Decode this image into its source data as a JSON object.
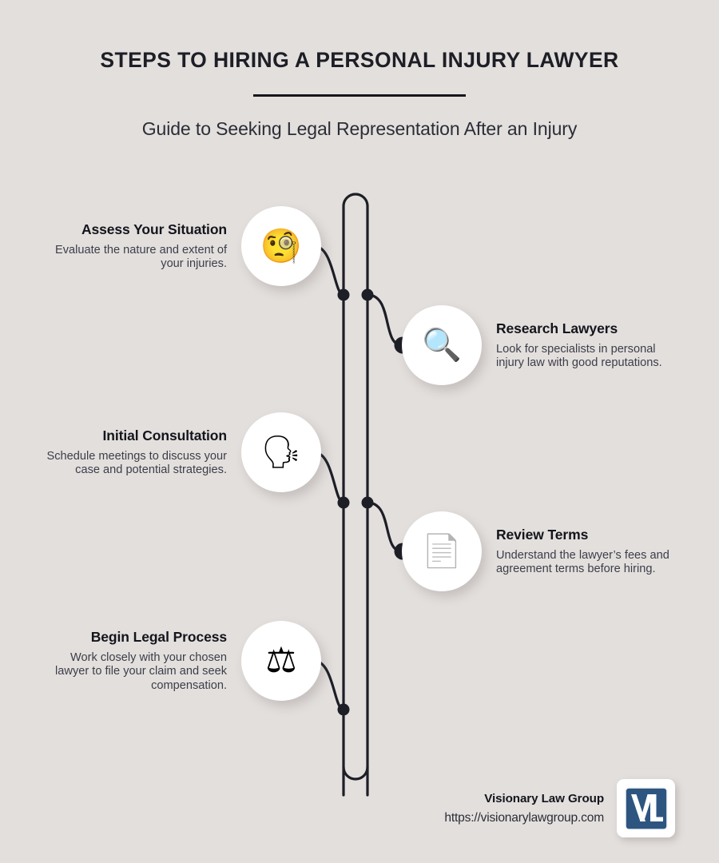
{
  "background_color": "#e3dfdd",
  "accent_color": "#14151c",
  "logo_blue": "#2d5580",
  "header": {
    "title": "STEPS TO HIRING A PERSONAL INJURY LAWYER",
    "subtitle": "Guide to Seeking Legal Representation After an Injury",
    "divider": true
  },
  "steps": [
    {
      "side": "left",
      "title": "Assess Your Situation",
      "description": "Evaluate the nature and extent of your injuries.",
      "icon": "monocle-face-icon",
      "glyph": "🧐"
    },
    {
      "side": "right",
      "title": "Research Lawyers",
      "description": "Look for specialists in personal injury law with good reputations.",
      "icon": "magnifying-glass-icon",
      "glyph": "🔍"
    },
    {
      "side": "left",
      "title": "Initial Consultation",
      "description": "Schedule meetings to discuss your case and potential strategies.",
      "icon": "speaking-head-icon",
      "glyph": "🗣"
    },
    {
      "side": "right",
      "title": "Review Terms",
      "description": "Understand the lawyer’s fees and agreement terms before hiring.",
      "icon": "page-document-icon",
      "glyph": "📄"
    },
    {
      "side": "left",
      "title": "Begin Legal Process",
      "description": "Work closely with your chosen lawyer to file your claim and seek compensation.",
      "icon": "balance-scale-icon",
      "glyph": "⚖"
    }
  ],
  "footer": {
    "brand_name": "Visionary Law Group",
    "brand_url": "https://visionarylawgroup.com",
    "logo_monogram": "VL",
    "logo_icon": "vl-monogram-logo"
  }
}
